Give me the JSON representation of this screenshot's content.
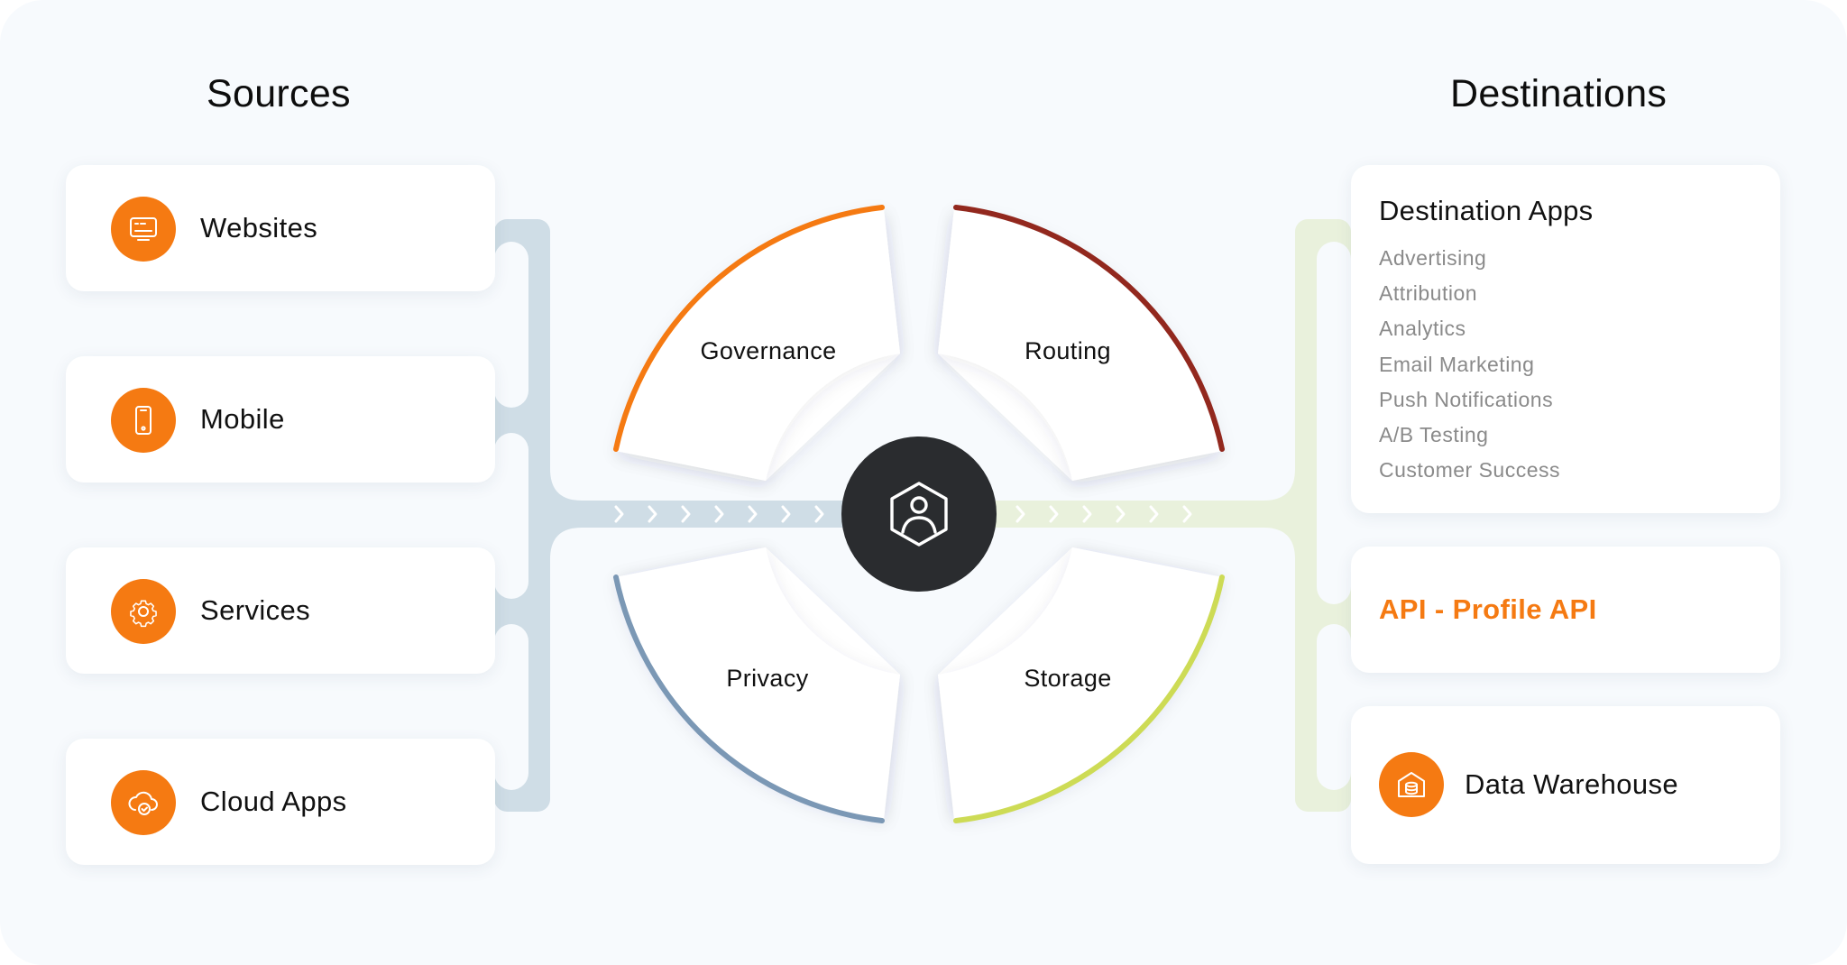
{
  "headings": {
    "sources": "Sources",
    "destinations": "Destinations"
  },
  "sources": [
    {
      "label": "Websites",
      "icon": "browser-window-icon"
    },
    {
      "label": "Mobile",
      "icon": "mobile-phone-icon"
    },
    {
      "label": "Services",
      "icon": "gear-icon"
    },
    {
      "label": "Cloud Apps",
      "icon": "cloud-check-icon"
    }
  ],
  "hub": {
    "segments": {
      "governance": "Governance",
      "routing": "Routing",
      "privacy": "Privacy",
      "storage": "Storage"
    },
    "center_icon": "user-profile-hexagon-icon"
  },
  "destination_apps": {
    "title": "Destination Apps",
    "items": [
      "Advertising",
      "Attribution",
      "Analytics",
      "Email Marketing",
      "Push Notifications",
      "A/B Testing",
      "Customer Success"
    ]
  },
  "api": {
    "label": "API - Profile API"
  },
  "data_warehouse": {
    "label": "Data Warehouse",
    "icon": "warehouse-database-icon"
  },
  "colors": {
    "accent": "#f57a12",
    "governance_arc": "#f57a12",
    "routing_arc": "#92281e",
    "privacy_arc": "#7b98b5",
    "storage_arc": "#cddb55",
    "source_connector": "#cfdde6",
    "dest_connector": "#e9f1dc",
    "hub_center": "#2a2c2f"
  }
}
